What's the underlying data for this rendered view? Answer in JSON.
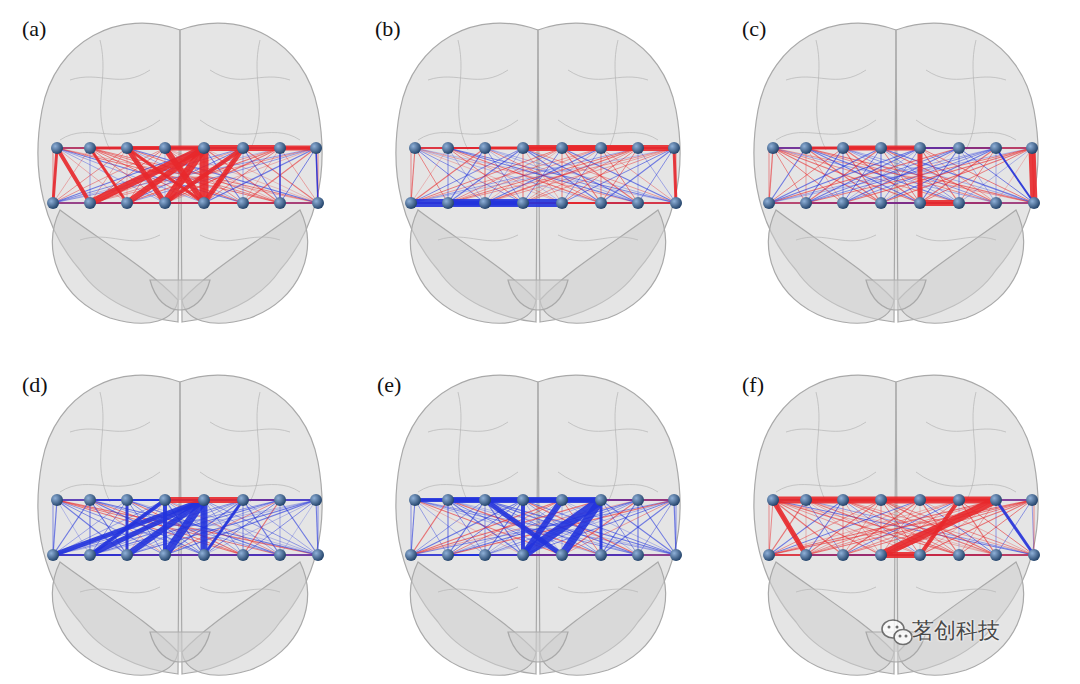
{
  "diagram": {
    "labels": [
      "(a)",
      "(b)",
      "(c)",
      "(d)",
      "(e)",
      "(f)",
      "茗创科技"
    ]
  }
}
